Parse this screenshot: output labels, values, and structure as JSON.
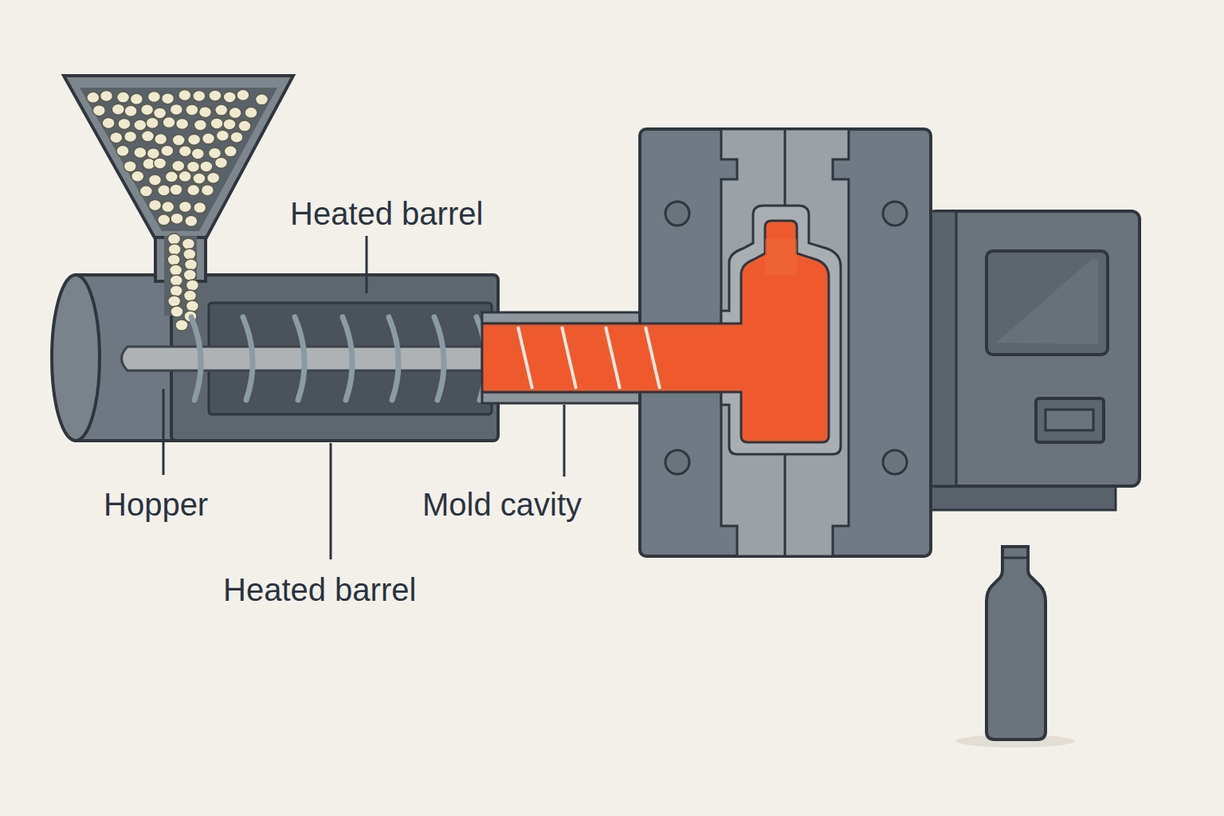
{
  "diagram": {
    "labels": [
      "Heated barrel",
      "Hopper",
      "Mold cavity",
      "Heated barrel"
    ]
  }
}
